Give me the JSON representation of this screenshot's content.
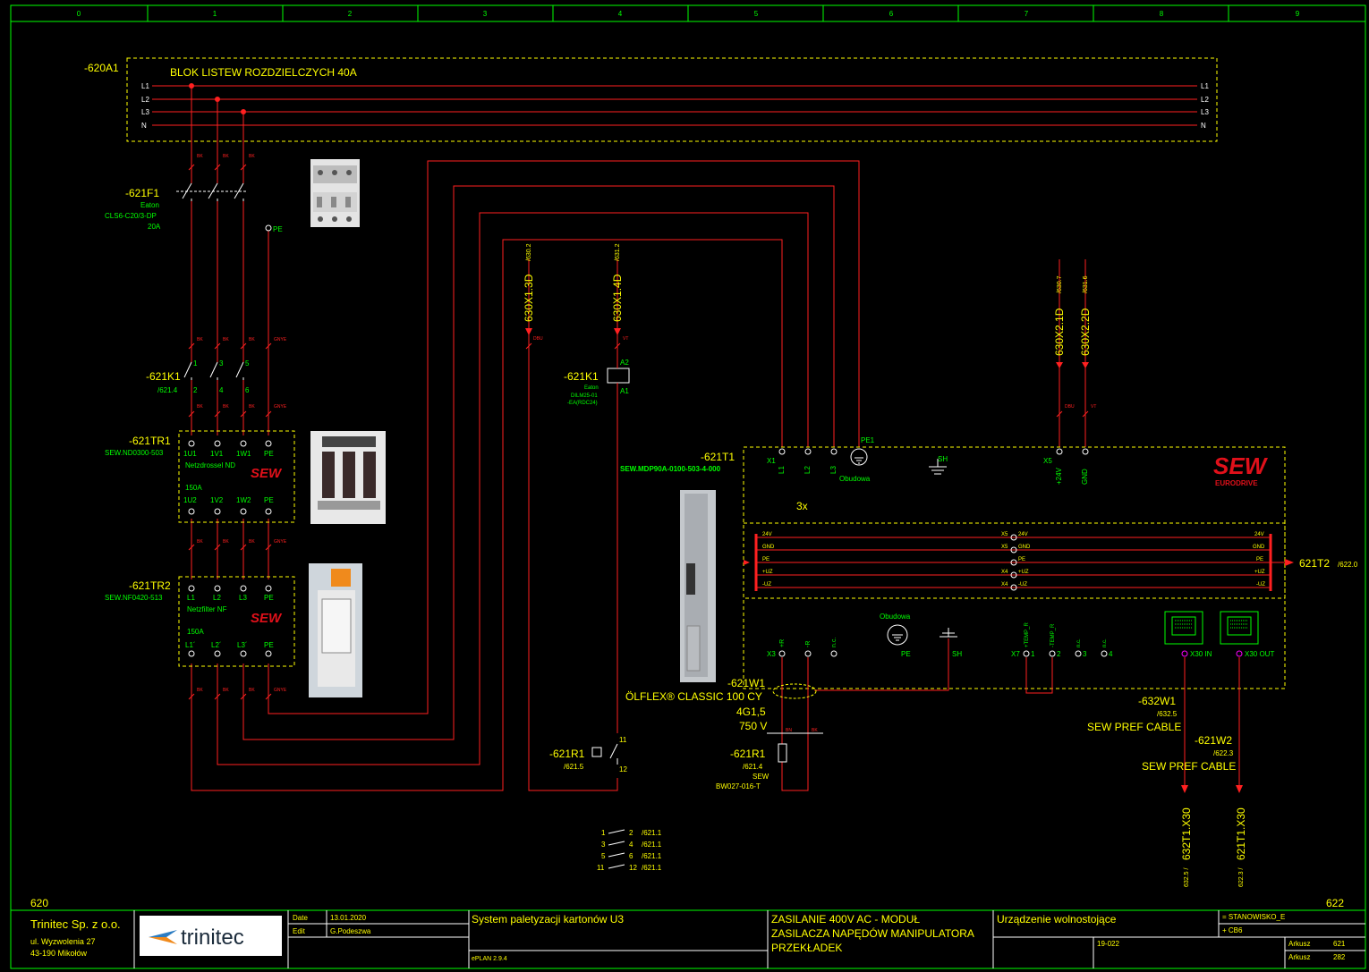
{
  "grid": {
    "columns": [
      "0",
      "1",
      "2",
      "3",
      "4",
      "5",
      "6",
      "7",
      "8",
      "9"
    ]
  },
  "page": {
    "prev": "620",
    "next": "622"
  },
  "busbar": {
    "tag": "-620A1",
    "title": "BLOK LISTEW ROZDZIELCZYCH 40A",
    "left_labels": [
      "L1",
      "L2",
      "L3",
      "N"
    ],
    "right_labels": [
      "L1",
      "L2",
      "L3",
      "N"
    ]
  },
  "f1": {
    "tag": "-621F1",
    "maker": "Eaton",
    "type": "CLS6-C20/3-DP",
    "rating": "20A",
    "pe": "PE"
  },
  "k1": {
    "tag": "-621K1",
    "ref": "/621.4",
    "contacts_top": [
      "1",
      "3",
      "5"
    ],
    "contacts_bot": [
      "2",
      "4",
      "6"
    ]
  },
  "coil": {
    "tag": "-621K1",
    "maker": "Eaton",
    "type1": "DILM25-01",
    "type2": "-EA(RDC24)",
    "a1": "A1",
    "a2": "A2"
  },
  "tr1": {
    "tag": "-621TR1",
    "type": "SEW.ND0300-503",
    "name": "Netzdrossel ND",
    "rating": "150A",
    "top": [
      "1U1",
      "1V1",
      "1W1",
      "PE"
    ],
    "bot": [
      "1U2",
      "1V2",
      "1W2",
      "PE"
    ]
  },
  "tr2": {
    "tag": "-621TR2",
    "type": "SEW.NF0420-513",
    "name": "Netzfilter NF",
    "rating": "150A",
    "top": [
      "L1",
      "L2",
      "L3",
      "PE"
    ],
    "bot": [
      "L1´",
      "L2´",
      "L3´",
      "PE"
    ]
  },
  "wire_small": {
    "bk": "BK",
    "gnye": "GNYE",
    "dbu": "DBU",
    "vt": "VT",
    "n1": "1",
    "n2": "2",
    "n3": "3",
    "n4": "4"
  },
  "xrefs": {
    "a": {
      "tag": "630X1.3D",
      "ref": "/630.2"
    },
    "b": {
      "tag": "630X1.4D",
      "ref": "/631.2"
    },
    "c": {
      "tag": "630X2.1D",
      "ref": "/630.7"
    },
    "d": {
      "tag": "630X2.2D",
      "ref": "/631.6"
    }
  },
  "t1": {
    "tag": "-621T1",
    "type": "SEW.MDP90A-0100-503-4-000",
    "x1": "X1",
    "l1": "L1",
    "l2": "L2",
    "l3": "L3",
    "pe1": "PE1",
    "obudowa": "Obudowa",
    "sh": "SH",
    "x5": "X5",
    "p24": "+24V",
    "gnd": "GND",
    "mult": "3x",
    "bus_left": [
      "24V",
      "GND",
      "PE",
      "+UZ",
      "-UZ"
    ],
    "bus_mid_x": [
      "X5",
      "X5",
      "",
      "X4",
      "X4"
    ],
    "bus_mid": [
      "24V",
      "GND",
      "PE",
      "+UZ",
      "-UZ"
    ],
    "bus_right": [
      "24V",
      "GND",
      "PE",
      "+UZ",
      "-UZ"
    ],
    "out_tag": "621T2",
    "out_ref": "/622.0",
    "x3": "X3",
    "x3_pins": [
      "+R",
      "-R",
      "n.c."
    ],
    "obud2": "Obudowa",
    "pe2": "PE",
    "sh2": "SH",
    "x7": "X7",
    "x7_names": [
      "+TEMP_R",
      "-TEMP_R",
      "n.c.",
      "n.c."
    ],
    "x7_pins": [
      "1",
      "2",
      "3",
      "4"
    ],
    "x30in": "X30 IN",
    "x30out": "X30 OUT"
  },
  "w1": {
    "tag": "-621W1",
    "cable": "ÖLFLEX® CLASSIC 100 CY",
    "size": "4G1,5",
    "voltage": "750 V",
    "c1": "BN",
    "c2": "BK"
  },
  "r1": {
    "tag": "-621R1",
    "ref": "/621.4",
    "maker": "SEW",
    "type": "BW027-016-T"
  },
  "r1c": {
    "tag": "-621R1",
    "ref": "/621.5",
    "p11": "11",
    "p12": "12"
  },
  "w632": {
    "tag": "-632W1",
    "ref": "/632.5",
    "cable": "SEW PREF CABLE"
  },
  "w621": {
    "tag": "-621W2",
    "ref": "/622.3",
    "cable": "SEW PREF CABLE"
  },
  "dest": {
    "a": "632T1.X30",
    "a_ref": "632.5 /",
    "b": "621T1.X30",
    "b_ref": "622.3 /"
  },
  "contact_table": [
    {
      "a": "1",
      "b": "2",
      "ref": "/621.1"
    },
    {
      "a": "3",
      "b": "4",
      "ref": "/621.1"
    },
    {
      "a": "5",
      "b": "6",
      "ref": "/621.1"
    },
    {
      "a": "11",
      "b": "12",
      "ref": "/621.1"
    }
  ],
  "title_block": {
    "company": "Trinitec Sp. z o.o.",
    "addr1": "ul. Wyzwolenia 27",
    "addr2": "43-190 Mikołów",
    "logo": "trinitec",
    "date_label": "Date",
    "date": "13.01.2020",
    "edit_label": "Edit",
    "editor": "G.Podeszwa",
    "project": "System paletyzacji kartonów U3",
    "software": "ePLAN 2.9.4",
    "desc1": "ZASILANIE 400V AC - MODUŁ",
    "desc2": "ZASILACZA NAPĘDÓW MANIPULATORA",
    "desc3": "PRZEKŁADEK",
    "device": "Urządzenie wolnostojące",
    "job": "19-022",
    "station": "= STANOWISKO_E",
    "cabinet": "+ CB6",
    "sheet_label": "Arkusz",
    "sheet": "621",
    "sheets_label": "Arkusz",
    "sheets": "282"
  },
  "colors": {
    "wire": "#ff2020",
    "text": "#ffff00",
    "label": "#00ff00",
    "frame": "#ffffff",
    "device_box": "#ffff00",
    "tick": "#ff00ff"
  }
}
